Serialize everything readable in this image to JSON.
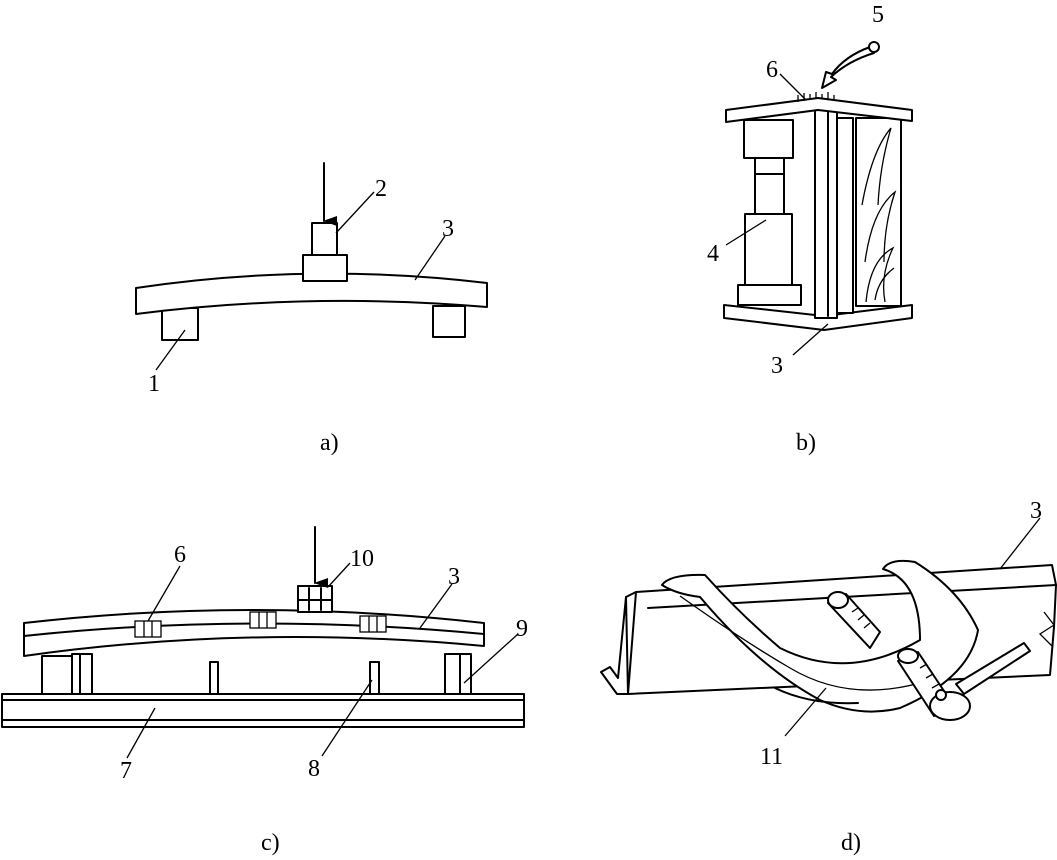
{
  "panels": {
    "a": {
      "caption": "a)",
      "labels": {
        "n1": "1",
        "n2": "2",
        "n3": "3"
      }
    },
    "b": {
      "caption": "b)",
      "labels": {
        "n3": "3",
        "n4": "4",
        "n5": "5",
        "n6": "6"
      }
    },
    "c": {
      "caption": "c)",
      "labels": {
        "n3": "3",
        "n6": "6",
        "n7": "7",
        "n8": "8",
        "n9": "9",
        "n10": "10"
      }
    },
    "d": {
      "caption": "d)",
      "labels": {
        "n3": "3",
        "n11": "11"
      }
    }
  }
}
